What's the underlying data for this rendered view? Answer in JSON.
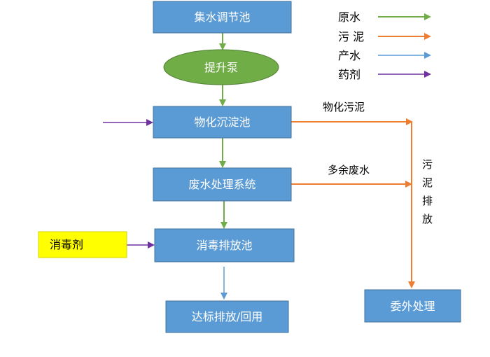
{
  "nodes": {
    "collect": "集水调节池",
    "pump": "提升泵",
    "physchem": "物化沉淀池",
    "treatment": "废水处理系统",
    "disinfect": "消毒排放池",
    "discharge": "达标排放/回用",
    "disinfectant": "消毒剂",
    "outsource": "委外处理"
  },
  "labels": {
    "physchem_sludge": "物化污泥",
    "excess_water": "多余废水",
    "sludge_discharge": [
      "污",
      "泥",
      "排",
      "放"
    ]
  },
  "legend": [
    {
      "label": "原水",
      "color": "#70ad47"
    },
    {
      "label": "污 泥",
      "color": "#ed7d31"
    },
    {
      "label": "产水",
      "color": "#5b9bd5"
    },
    {
      "label": "药剂",
      "color": "#7030a0"
    }
  ],
  "colors": {
    "raw_water": "#70ad47",
    "sludge": "#ed7d31",
    "product_water": "#5b9bd5",
    "chemical": "#7030a0"
  }
}
